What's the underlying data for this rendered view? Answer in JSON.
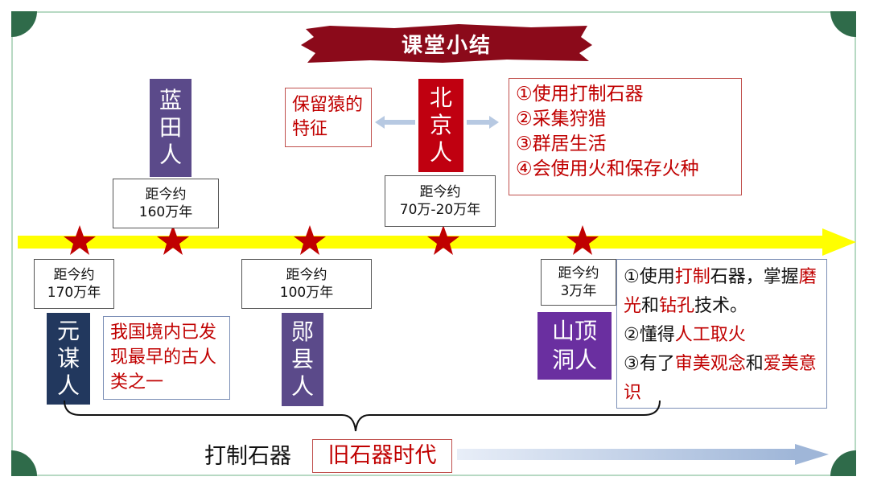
{
  "title": "课堂小结",
  "people": {
    "lantian": {
      "name": "蓝田人",
      "date": "距今约\n160万年"
    },
    "beijing": {
      "name": "北京人",
      "date": "距今约\n70万-20万年"
    },
    "yuanmou": {
      "name": "元谋人",
      "date": "距今约\n170万年"
    },
    "yunxian": {
      "name": "郧县人",
      "date": "距今约\n100万年"
    },
    "shanding": {
      "name": "山顶洞人",
      "date": "距今约\n3万年"
    }
  },
  "ape_traits": "保留猿的特征",
  "beijing_features": [
    "①使用打制石器",
    "②采集狩猎",
    "③群居生活",
    "④会使用火和保存火种"
  ],
  "yuanmou_note": "我国境内已发现最早的古人类之一",
  "shanding_features": {
    "line1": [
      {
        "t": "①使用",
        "c": "blk"
      },
      {
        "t": "打制",
        "c": "red"
      },
      {
        "t": "石器，掌握",
        "c": "blk"
      },
      {
        "t": "磨光",
        "c": "red"
      },
      {
        "t": "和",
        "c": "blk"
      },
      {
        "t": "钻孔",
        "c": "red"
      },
      {
        "t": "技术。",
        "c": "blk"
      }
    ],
    "line2": [
      {
        "t": "②懂得",
        "c": "blk"
      },
      {
        "t": "人工取火",
        "c": "red"
      }
    ],
    "line3": [
      {
        "t": "③有了",
        "c": "blk"
      },
      {
        "t": "审美观念",
        "c": "red"
      },
      {
        "t": "和",
        "c": "blk"
      },
      {
        "t": "爱美意识",
        "c": "red"
      }
    ]
  },
  "bottom_label": "打制石器",
  "era": "旧石器时代",
  "colors": {
    "timeline": "#ffff00",
    "star": "#c00000",
    "lantian": "#5b4a8a",
    "beijing": "#c00010",
    "yuanmou": "#22385e",
    "yunxian": "#5b4a8a",
    "shanding": "#6a2fa0"
  }
}
